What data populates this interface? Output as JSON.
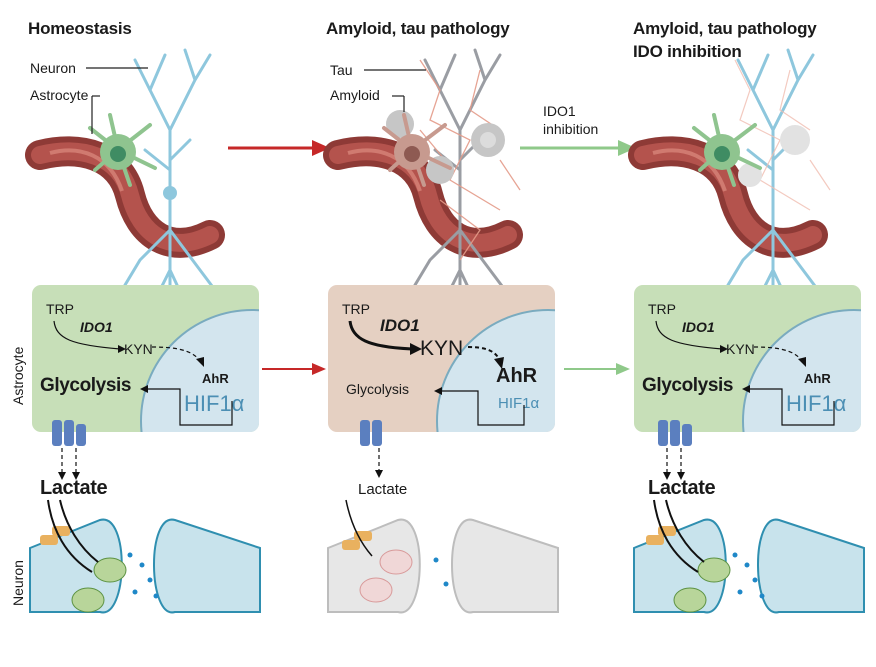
{
  "columns": [
    {
      "title": "Homeostasis",
      "subtitle": ""
    },
    {
      "title": "Amyloid, tau pathology",
      "subtitle": ""
    },
    {
      "title": "Amyloid, tau pathology",
      "subtitle": "IDO inhibition"
    }
  ],
  "labels": {
    "neuron": "Neuron",
    "astrocyte": "Astrocyte",
    "tau": "Tau",
    "amyloid": "Amyloid",
    "ido1_inhibition_line1": "IDO1",
    "ido1_inhibition_line2": "inhibition"
  },
  "side_labels": {
    "astrocyte": "Astrocyte",
    "neuron": "Neuron"
  },
  "pathway": {
    "trp": "TRP",
    "ido1": "IDO1",
    "kyn": "KYN",
    "ahr": "AhR",
    "hif1a": "HIF1α",
    "glycolysis": "Glycolysis",
    "lactate": "Lactate"
  },
  "colors": {
    "healthy_panel": "#c7dfb8",
    "pathology_panel": "#e5d0c2",
    "nucleus": "#d3e5ee",
    "hif": "#4c8fb4",
    "red_arrow": "#c62828",
    "green_arrow": "#8fc98a",
    "neuron_blue": "#8ec7dd",
    "astrocyte_green": "#8fc48f",
    "vessel_red": "#8e3a36"
  }
}
